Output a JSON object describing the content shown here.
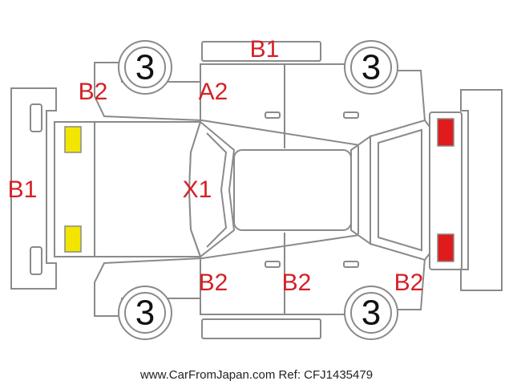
{
  "colors": {
    "outline": "#8a8a8a",
    "label": "#d42026",
    "front_lamp": "#f2e600",
    "rear_lamp": "#e01b1b"
  },
  "wheels": {
    "top_left": "3",
    "top_right": "3",
    "bottom_left": "3",
    "bottom_right": "3"
  },
  "labels": {
    "b1_top": "B1",
    "b2_top_left": "B2",
    "a2_top": "A2",
    "b1_left": "B1",
    "x1": "X1",
    "b2_bottom_a": "B2",
    "b2_bottom_b": "B2",
    "b2_bottom_c": "B2"
  },
  "watermark": "www.CarFromJapan.com Ref: CFJ1435479"
}
